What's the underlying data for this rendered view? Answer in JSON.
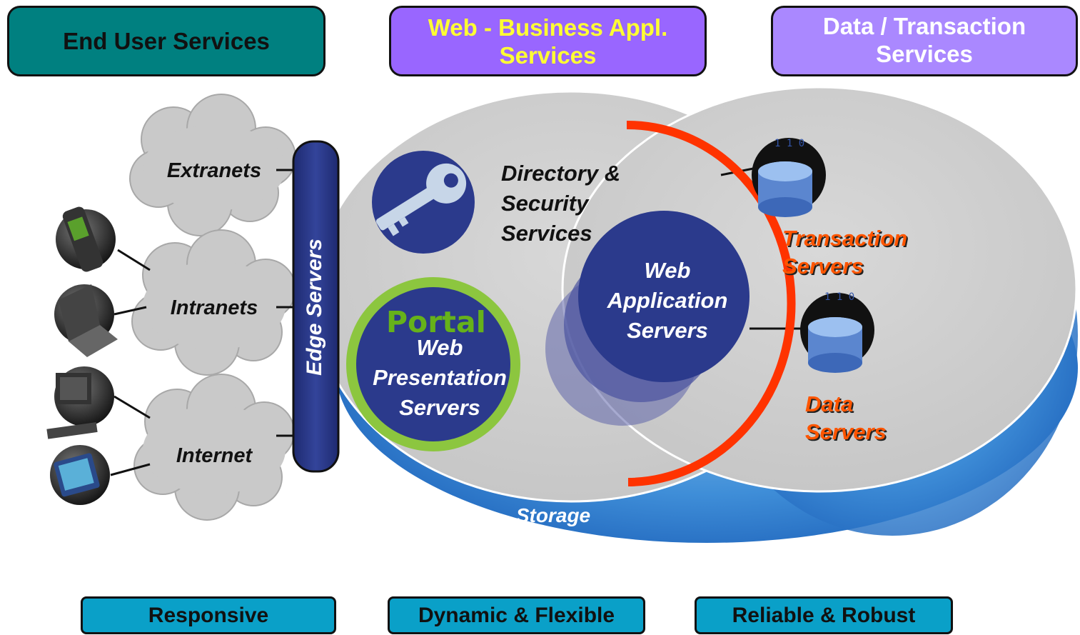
{
  "headers": {
    "end_user": "End User Services",
    "web_business": "Web - Business Appl. Services",
    "data_transaction": "Data / Transaction Services"
  },
  "clouds": {
    "extranets": "Extranets",
    "intranets": "Intranets",
    "internet": "Internet"
  },
  "edge_servers": "Edge Servers",
  "directory": "Directory & Security Services",
  "web_app_servers": "Web Application Servers",
  "portal": "Portal",
  "web_presentation": "Web Presentation Servers",
  "transaction_servers": "Transaction Servers",
  "data_servers": "Data Servers",
  "storage": "Storage",
  "footers": {
    "responsive": "Responsive",
    "dynamic": "Dynamic & Flexible",
    "reliable": "Reliable & Robust"
  },
  "colors": {
    "end_user_header": "#008080",
    "web_header": "#9966ff",
    "data_header": "#aa88ff",
    "web_header_text": "#ffff33",
    "footer": "#0aa0c8",
    "navy_circle": "#2b3a8c",
    "portal_ring": "#8cc63f",
    "red_arc": "#ff3300",
    "orange_text": "#ff5500"
  },
  "icons": {
    "devices": [
      "mobile-phone-icon",
      "laptop-icon",
      "desktop-computer-icon",
      "pda-icon"
    ],
    "key": "key-icon",
    "database": "database-icon"
  }
}
